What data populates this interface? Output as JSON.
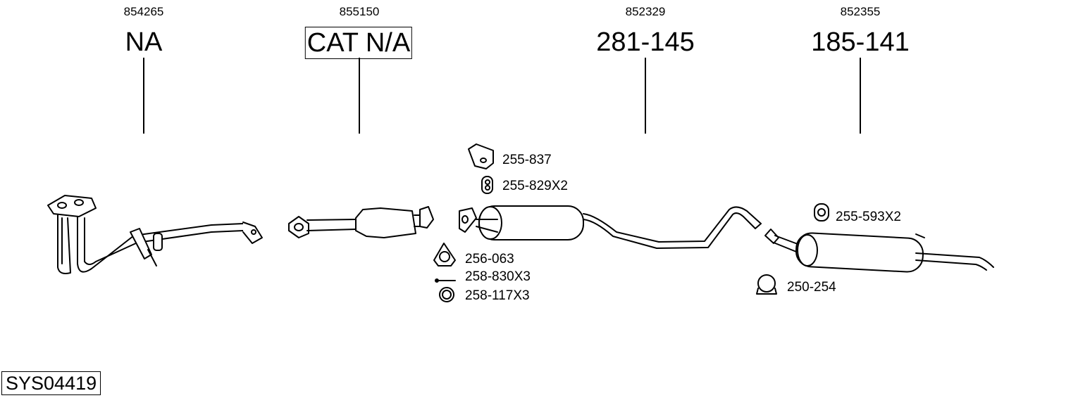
{
  "groups": [
    {
      "article": "854265",
      "ref": "NA"
    },
    {
      "article": "855150",
      "ref": "CAT N/A"
    },
    {
      "article": "852329",
      "ref": "281-145"
    },
    {
      "article": "852355",
      "ref": "185-141"
    }
  ],
  "parts": {
    "p255_837": "255-837",
    "p255_829": "255-829X2",
    "p256_063": "256-063",
    "p258_830": "258-830X3",
    "p258_117": "258-117X3",
    "p255_593": "255-593X2",
    "p250_254": "250-254"
  },
  "system_code": "SYS04419"
}
